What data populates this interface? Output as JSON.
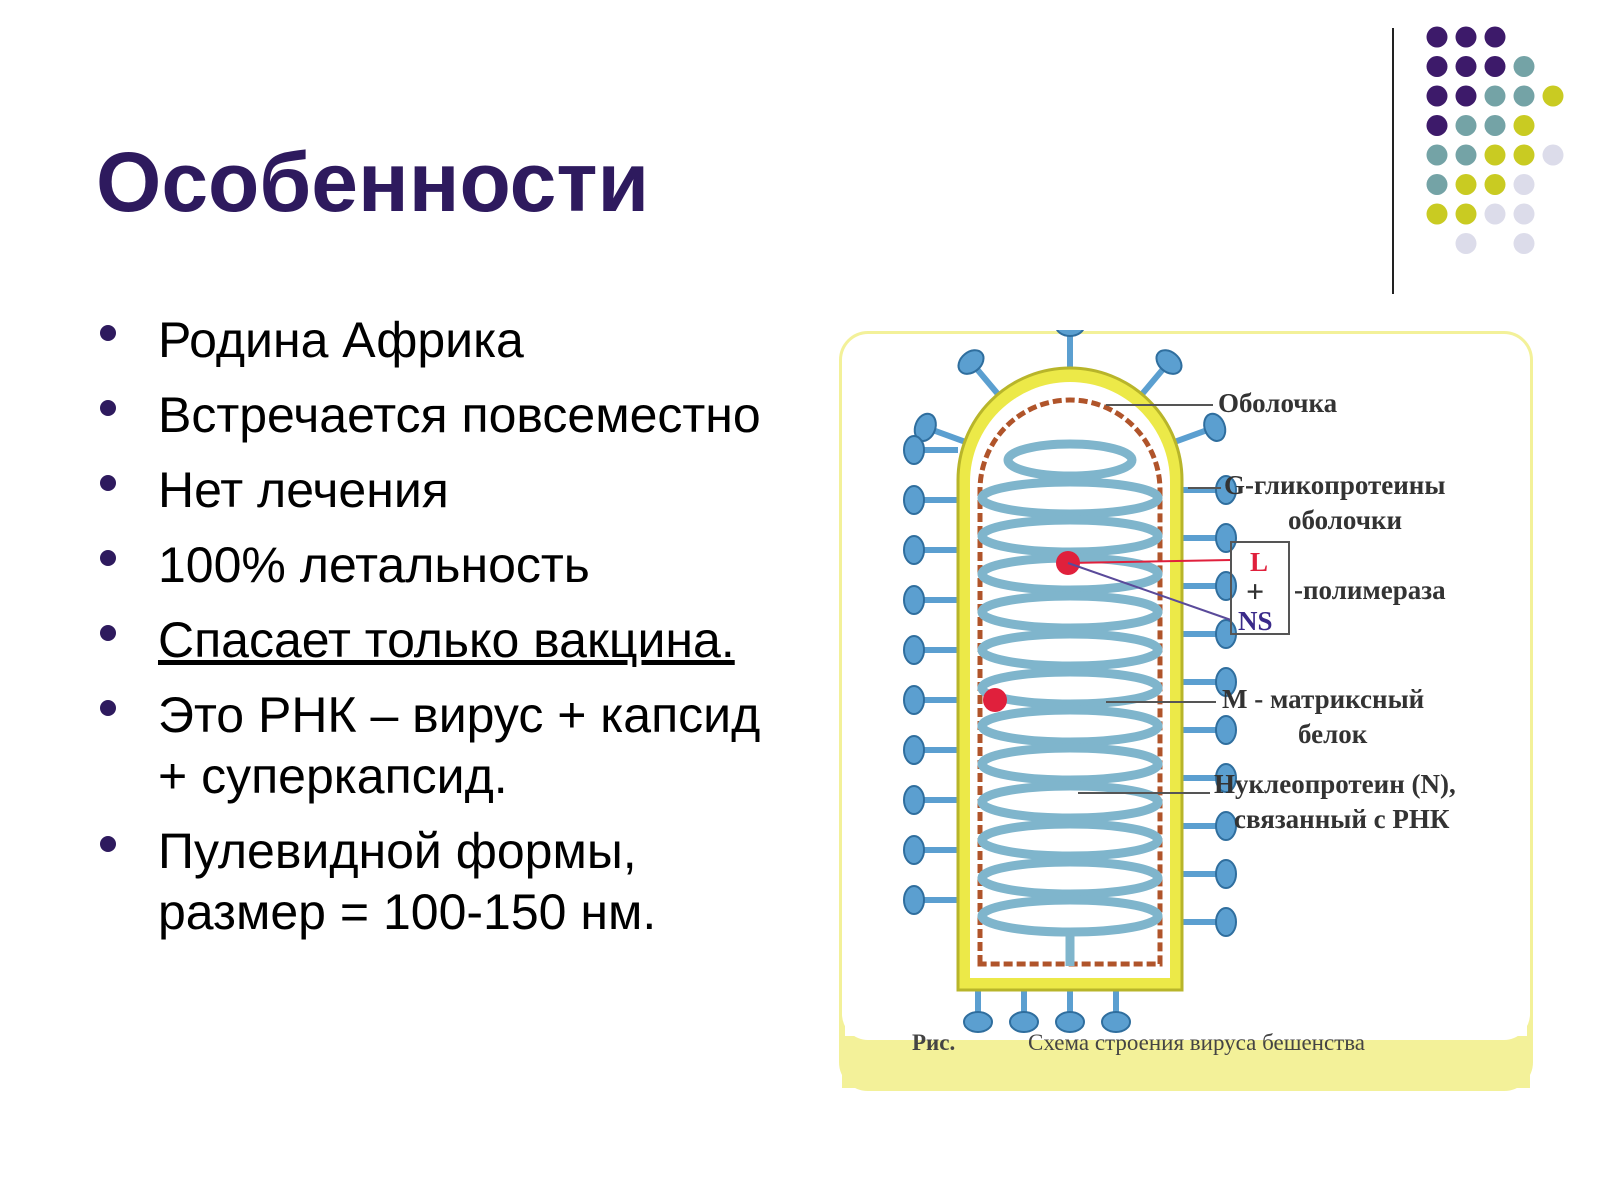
{
  "slide": {
    "title": "Особенности",
    "bullets": [
      {
        "text": "Родина Африка",
        "underline": false
      },
      {
        "text": "Встречается повсеместно",
        "underline": false
      },
      {
        "text": "Нет лечения",
        "underline": false
      },
      {
        "text": "100% летальность",
        "underline": false
      },
      {
        "text": "Спасает только вакцина.",
        "underline": true
      },
      {
        "text": " Это РНК – вирус + капсид + суперкапсид.",
        "underline": false
      },
      {
        "text": " Пулевидной формы, размер = 100-150 нм.",
        "underline": false
      }
    ]
  },
  "figure": {
    "labels": {
      "envelope": "Оболочка",
      "glycoproteins_1": "G-гликопротеины",
      "glycoproteins_2": "оболочки",
      "L": "L",
      "plus": "+",
      "NS": "NS",
      "polymerase": "-полимераза",
      "matrix_1": "М - матриксный",
      "matrix_2": "белок",
      "nucleo_1": "Нуклеопротеин (N),",
      "nucleo_2": "связанный с РНК"
    },
    "caption_prefix": "Рис.",
    "caption": "Схема строения вируса бешенства"
  },
  "colors": {
    "title": "#2e1a5e",
    "bullet": "#2e1a5e",
    "envelope_yellow": "#ece948",
    "spike_blue": "#5b9fd0",
    "helix_blue": "#7fb5cc",
    "matrix_brown": "#b0542a",
    "polymerase_red": "#e0203c",
    "frame_yellow": "#f3f199",
    "dot_purple": "#3d1a6a",
    "dot_teal": "#74a3a6",
    "dot_olive": "#c9cb22",
    "dot_lavender": "#dcdcea"
  }
}
